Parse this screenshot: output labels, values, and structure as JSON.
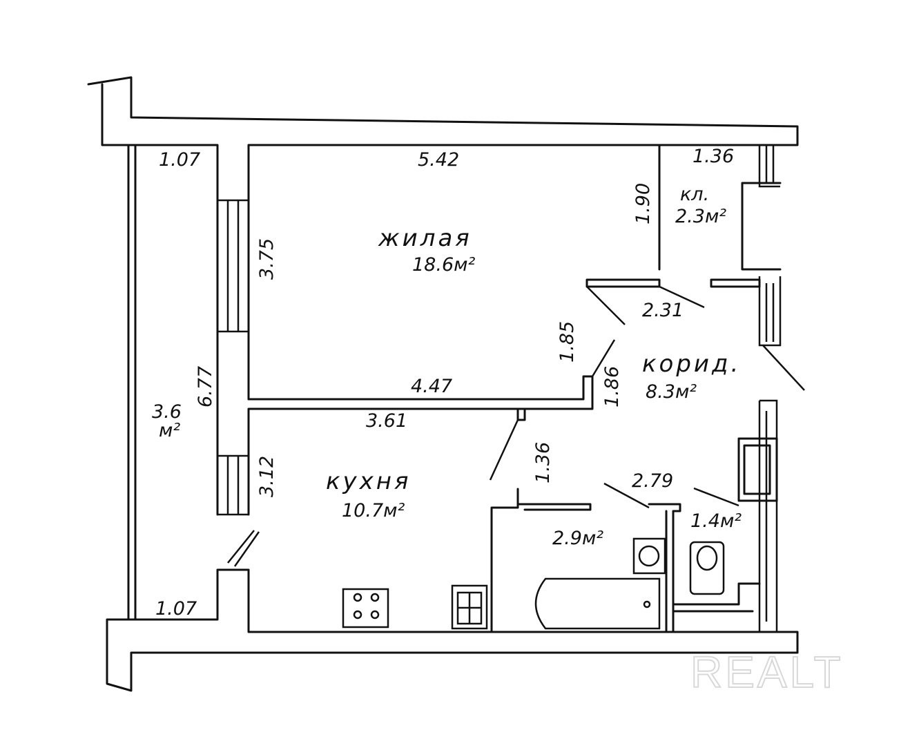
{
  "rooms": {
    "living": {
      "name": "жилая",
      "area": "18.6м²"
    },
    "kitchen": {
      "name": "кухня",
      "area": "10.7м²"
    },
    "corridor": {
      "name": "корид.",
      "area": "8.3м²"
    },
    "closet": {
      "name": "кл.",
      "area": "2.3м²"
    },
    "balcony": {
      "area_num": "3.6",
      "area_unit": "м²"
    },
    "bathroom": {
      "area": "2.9м²"
    },
    "toilet": {
      "area": "1.4м²"
    }
  },
  "dimensions": {
    "balcony_top": "1.07",
    "balcony_bottom": "1.07",
    "balcony_length": "6.77",
    "living_top": "5.42",
    "living_left": "3.75",
    "living_bottom": "4.47",
    "living_right": "1.85",
    "closet_top": "1.36",
    "closet_side": "1.90",
    "corridor_top": "2.31",
    "corridor_left": "1.86",
    "kitchen_top": "3.61",
    "kitchen_left": "3.12",
    "kitchen_right": "1.36",
    "bath_top": "2.79"
  },
  "watermark": "REALT"
}
